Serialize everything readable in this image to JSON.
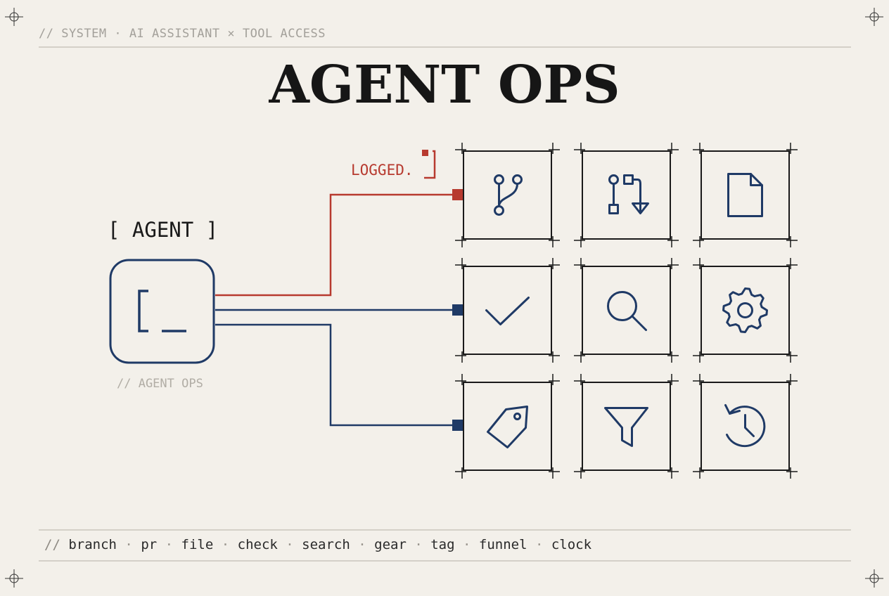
{
  "header": {
    "system_label": "// SYSTEM · AI ASSISTANT × TOOL ACCESS",
    "title": "AGENT OPS"
  },
  "agent": {
    "heading": "[ AGENT ]",
    "subtitle": "// AGENT OPS"
  },
  "annotation": {
    "logged": "LOGGED."
  },
  "tools": [
    {
      "name": "branch",
      "icon": "git-branch-icon"
    },
    {
      "name": "pr",
      "icon": "pull-request-icon"
    },
    {
      "name": "file",
      "icon": "file-icon"
    },
    {
      "name": "check",
      "icon": "check-icon"
    },
    {
      "name": "search",
      "icon": "search-icon"
    },
    {
      "name": "gear",
      "icon": "gear-icon"
    },
    {
      "name": "tag",
      "icon": "tag-icon"
    },
    {
      "name": "funnel",
      "icon": "funnel-icon"
    },
    {
      "name": "clock",
      "icon": "clock-history-icon"
    }
  ],
  "footer": {
    "prefix": "//",
    "items": [
      "branch",
      "pr",
      "file",
      "check",
      "search",
      "gear",
      "tag",
      "funnel",
      "clock"
    ]
  },
  "colors": {
    "background": "#f3f0ea",
    "ink": "#161616",
    "navy": "#1f3a66",
    "red": "#b73a2f",
    "muted": "#a3a09a"
  }
}
